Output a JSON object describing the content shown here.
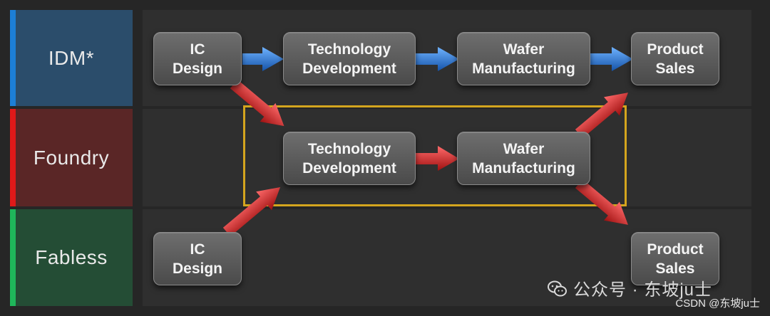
{
  "rows": [
    {
      "key": "idm",
      "label": "IDM*",
      "color": "#2b4d6b",
      "stripe": "#1d7fd6"
    },
    {
      "key": "foundry",
      "label": "Foundry",
      "color": "#5a2626",
      "stripe": "#e01919"
    },
    {
      "key": "fabless",
      "label": "Fabless",
      "color": "#244d35",
      "stripe": "#1fb65a"
    }
  ],
  "nodes": {
    "idm_ic_design": "IC\nDesign",
    "idm_tech_dev": "Technology\nDevelopment",
    "idm_wafer_mfg": "Wafer\nManufacturing",
    "idm_product_sales": "Product\nSales",
    "foundry_tech_dev": "Technology\nDevelopment",
    "foundry_wafer_mfg": "Wafer\nManufacturing",
    "fabless_ic_design": "IC\nDesign",
    "fabless_product_sales": "Product\nSales"
  },
  "arrow_colors": {
    "blue": "#1e6fd0",
    "red": "#d42424",
    "frame": "#d4a51e"
  },
  "watermark": {
    "text": "公众号 · 东坡ju士",
    "icon": "wechat-icon"
  },
  "credit": "CSDN @东坡ju士"
}
